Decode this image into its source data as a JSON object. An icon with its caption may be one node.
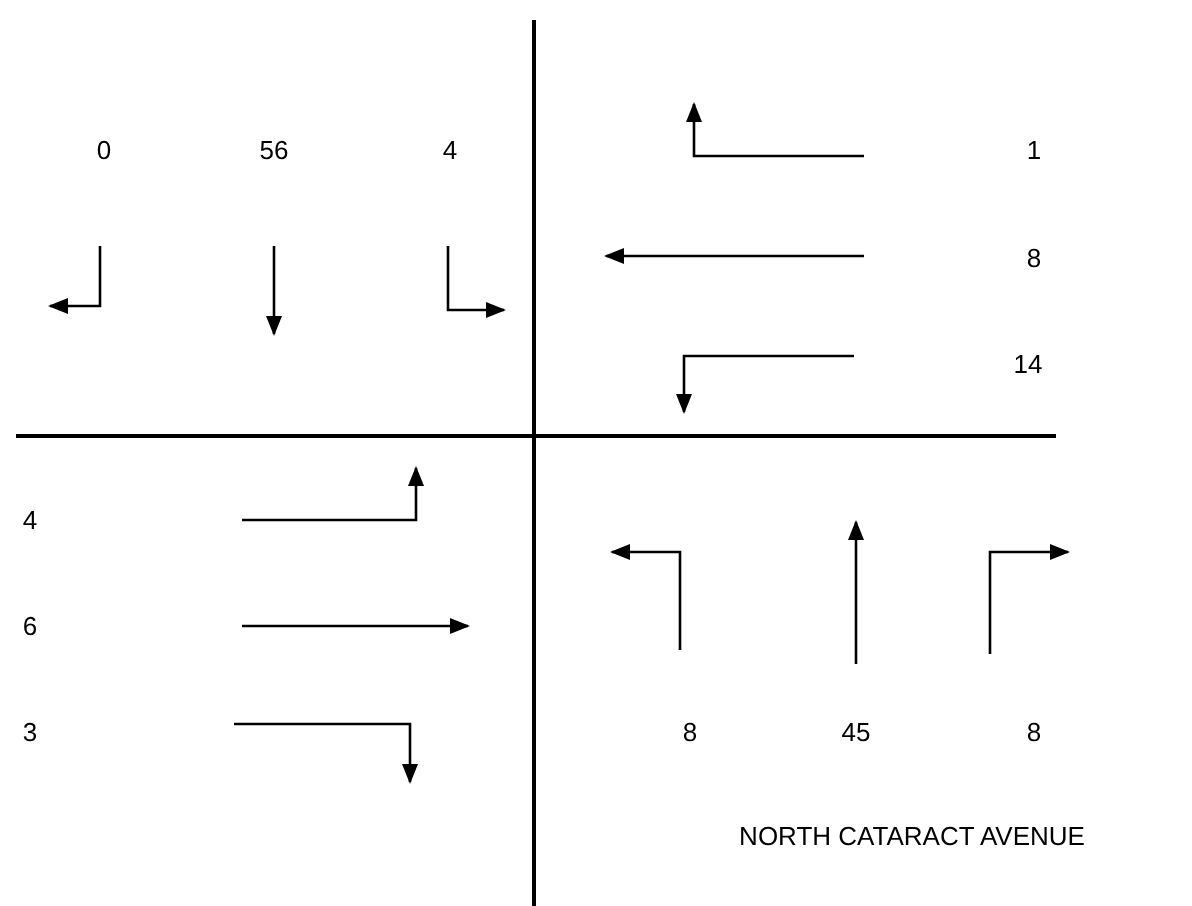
{
  "diagram": {
    "labels": [
      "0",
      "56",
      "4",
      "1",
      "8",
      "14",
      "4",
      "6",
      "3",
      "8",
      "45",
      "8",
      "NORTH CATARACT AVENUE"
    ]
  }
}
